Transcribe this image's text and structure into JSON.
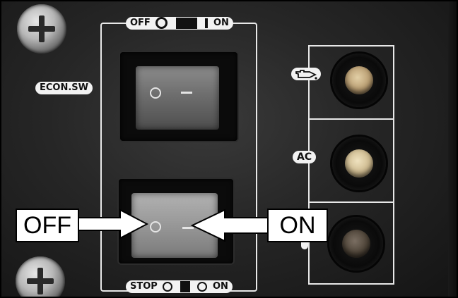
{
  "panel": {
    "top_label_off": "OFF",
    "top_label_on": "ON",
    "econ_label": "ECON.SW",
    "ac_label": "AC",
    "bottom_label_stop": "STOP",
    "bottom_label_on": "ON"
  },
  "callouts": {
    "off": "OFF",
    "on": "ON"
  },
  "icons": {
    "oil": "oil-can-icon",
    "screw": "phillips-screw-icon"
  },
  "colors": {
    "panel": "#262626",
    "outline": "#e8e8e8",
    "lamp_top": "#c9b28a",
    "lamp_mid": "#d6c6a0",
    "lamp_bottom": "#5a5046"
  }
}
